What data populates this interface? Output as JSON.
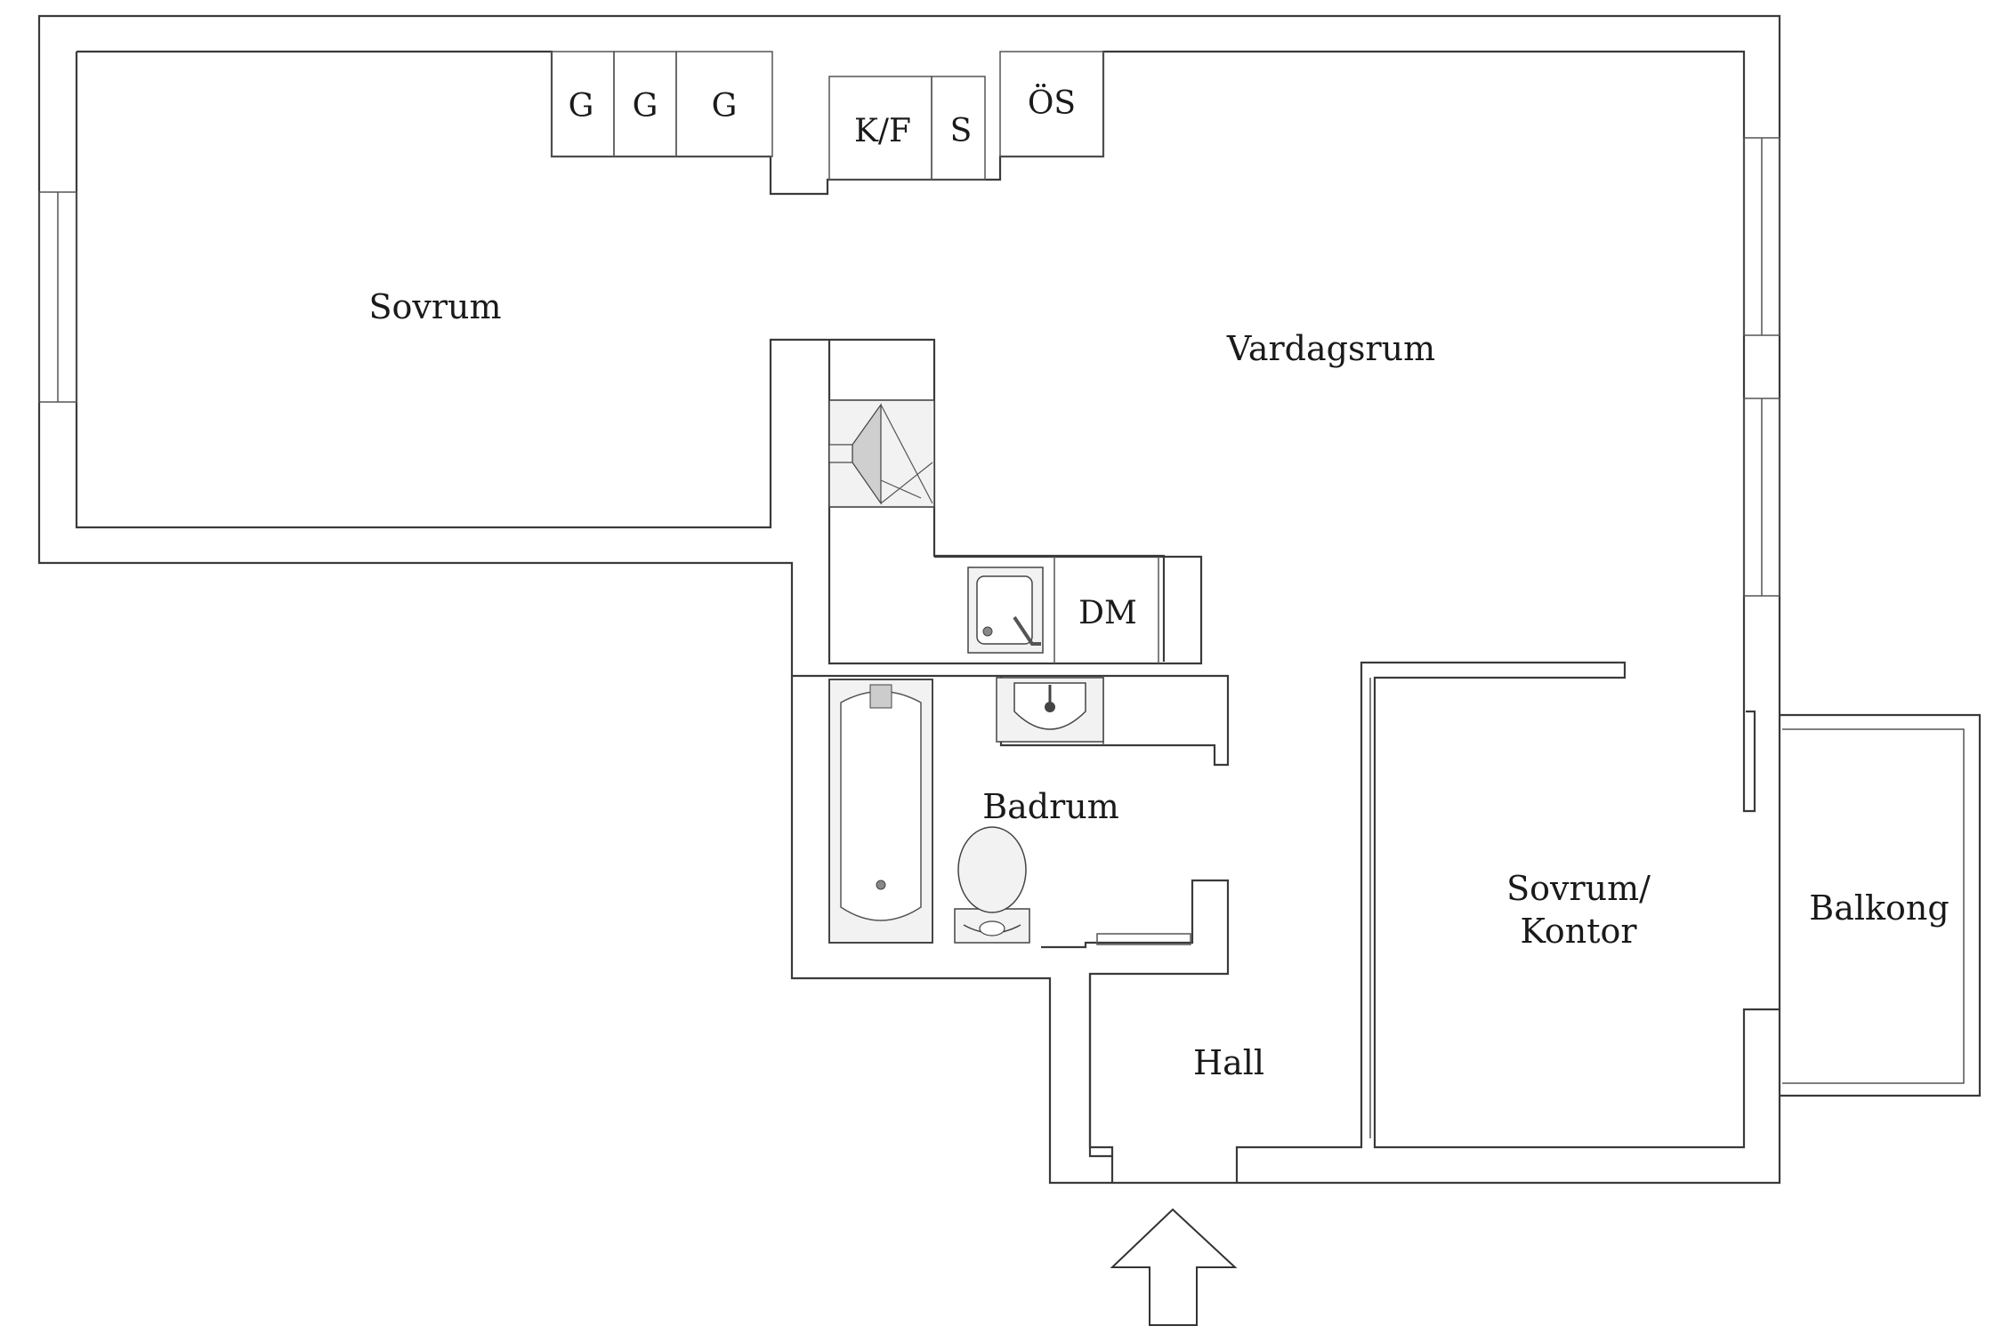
{
  "rooms": {
    "sovrum": "Sovrum",
    "vardagsrum": "Vardagsrum",
    "badrum": "Badrum",
    "hall": "Hall",
    "sovrum_kontor_line1": "Sovrum/",
    "sovrum_kontor_line2": "Kontor",
    "balkong": "Balkong"
  },
  "fixtures": {
    "g1": "G",
    "g2": "G",
    "g3": "G",
    "kf": "K/F",
    "s": "S",
    "os": "ÖS",
    "dm": "DM"
  },
  "icons": {
    "entrance": "entrance-arrow-icon",
    "stove_hood": "stove-hood-icon",
    "sink": "kitchen-sink-icon",
    "bathtub": "bathtub-icon",
    "washbasin": "washbasin-icon",
    "toilet": "toilet-icon"
  },
  "colors": {
    "wall": "#3a3a3a",
    "background": "#ffffff",
    "fixture_fill": "#f2f2f2"
  }
}
